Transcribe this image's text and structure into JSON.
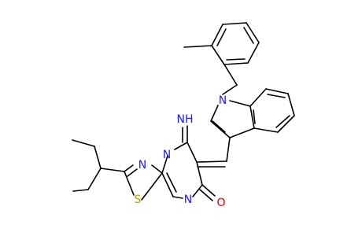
{
  "diagram": {
    "kind": "chemical-structure",
    "background": "#ffffff",
    "bond_color": "#000000",
    "atom_labels": {
      "indole_n": {
        "text": "N",
        "color": "#1a1aff"
      },
      "imine_nh": {
        "text": "NH",
        "color": "#1a1aff"
      },
      "thiadiazole_n": {
        "text": "N",
        "color": "#1a1aff"
      },
      "bridgehead_n": {
        "text": "N",
        "color": "#1a1aff"
      },
      "thiadiazole_s": {
        "text": "S",
        "color": "#b3a000"
      },
      "pyrimidine_n": {
        "text": "N",
        "color": "#1a1aff"
      },
      "carbonyl_o": {
        "text": "O",
        "color": "#e00000"
      }
    }
  }
}
